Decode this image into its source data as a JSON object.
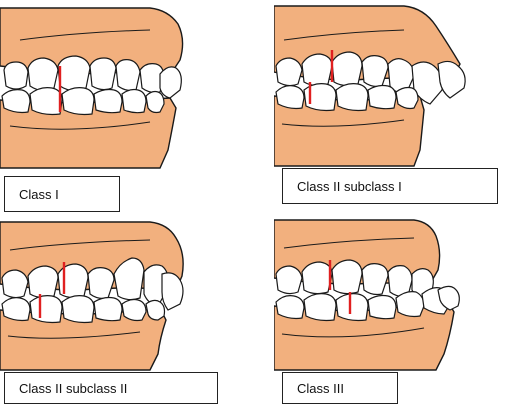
{
  "colors": {
    "gum": "#f2b07e",
    "tooth": "#ffffff",
    "outline": "#1a1a1a",
    "molar_line": "#e02020"
  },
  "panels": [
    {
      "id": "class-1",
      "label": "Class I",
      "relationship": "molars aligned"
    },
    {
      "id": "class-2-div-1",
      "label": "Class II subclass I",
      "relationship": "upper forward, proclined incisors"
    },
    {
      "id": "class-2-div-2",
      "label": "Class II subclass II",
      "relationship": "upper forward, retroclined incisors"
    },
    {
      "id": "class-3",
      "label": "Class III",
      "relationship": "lower forward"
    }
  ]
}
